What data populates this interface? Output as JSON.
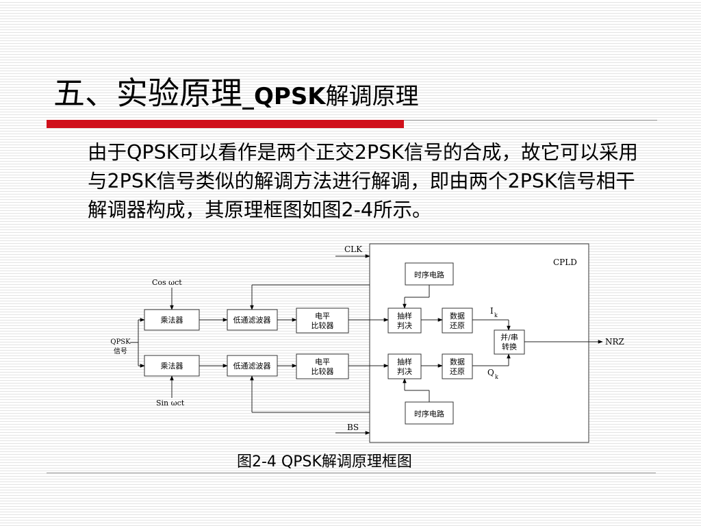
{
  "slide": {
    "title_cn": "五、实验原理",
    "title_sep": "_",
    "title_qpsk": "QPSK",
    "title_tail": "解调原理",
    "body_text": "由于QPSK可以看作是两个正交2PSK信号的合成，故它可以采用与2PSK信号类似的解调方法进行解调，即由两个2PSK信号相干解调器构成，其原理框图如图2-4所示。",
    "caption": "图2-4  QPSK解调原理框图"
  },
  "diagram": {
    "clk": "CLK",
    "cpld": "CPLD",
    "timing_top": "时序电路",
    "timing_bottom": "时序电路",
    "cos_label": "Cos ωct",
    "sin_label": "Sin ωct",
    "input_label_1": "QPSK",
    "input_label_2": "信号",
    "multiplier_top": "乘法器",
    "multiplier_bottom": "乘法器",
    "lpf_top": "低通滤波器",
    "lpf_bottom": "低通滤波器",
    "comp_top_1": "电平",
    "comp_top_2": "比较器",
    "comp_bottom_1": "电平",
    "comp_bottom_2": "比较器",
    "sample_top_1": "抽样",
    "sample_top_2": "判决",
    "sample_bottom_1": "抽样",
    "sample_bottom_2": "判决",
    "data_top_1": "数据",
    "data_top_2": "还原",
    "data_bottom_1": "数据",
    "data_bottom_2": "还原",
    "i_label": "I",
    "i_sub": "k",
    "q_label": "Q",
    "q_sub": "k",
    "ps_1": "并/串",
    "ps_2": "转换",
    "output": "NRZ",
    "bs": "BS"
  }
}
